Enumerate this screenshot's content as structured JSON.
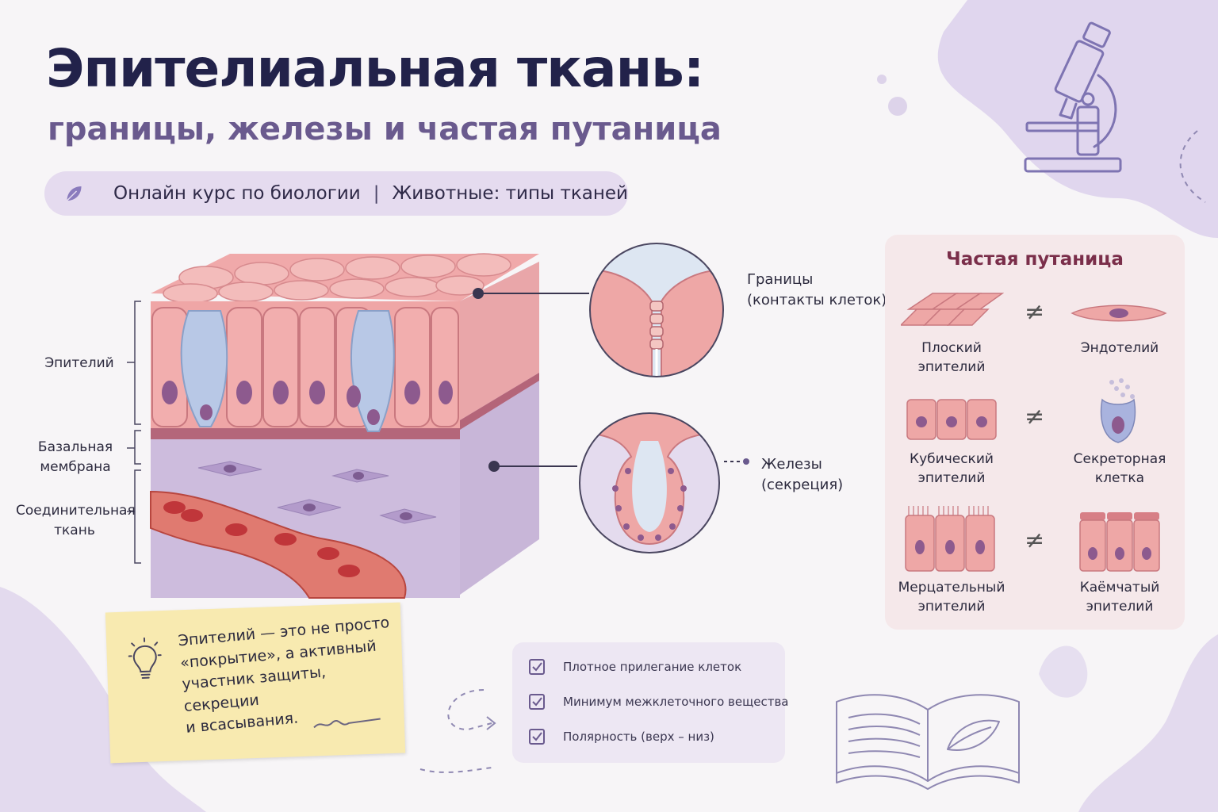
{
  "title": "Эпителиальная ткань:",
  "subtitle": "границы, железы и частая путаница",
  "course": {
    "left": "Онлайн курс по биологии",
    "separator": "|",
    "right": "Животные: типы тканей"
  },
  "diagram_labels": {
    "epithelium": "Эпителий",
    "basal_membrane_line1": "Базальная",
    "basal_membrane_line2": "мембрана",
    "connective_line1": "Соединительная",
    "connective_line2": "ткань"
  },
  "callouts": {
    "borders_title": "Границы",
    "borders_sub": "(контакты клеток)",
    "glands_title": "Железы",
    "glands_sub": "(секреция)"
  },
  "confusion": {
    "title": "Частая путаница",
    "neq_symbol": "≠",
    "pairs": [
      {
        "left": [
          "Плоский",
          "эпителий"
        ],
        "right": [
          "Эндотелий"
        ]
      },
      {
        "left": [
          "Кубический",
          "эпителий"
        ],
        "right": [
          "Секреторная",
          "клетка"
        ]
      },
      {
        "left": [
          "Мерцательный",
          "эпителий"
        ],
        "right": [
          "Каёмчатый",
          "эпителий"
        ]
      }
    ]
  },
  "note": {
    "lines": [
      "Эпителий — это не просто",
      "«покрытие», а активный",
      "участник защиты, секреции",
      "и всасывания."
    ]
  },
  "checklist": [
    "Плотное прилегание клеток",
    "Минимум межклеточного вещества",
    "Полярность (верх – низ)"
  ],
  "colors": {
    "title": "#22224a",
    "subtitle": "#6a5a8e",
    "accent_lilac": "#e5dbef",
    "cell_pink": "#eea9a8",
    "nucleus": "#8d5a8e",
    "confusion_title": "#7a2e4a",
    "note_yellow": "#f8eab0"
  },
  "icons": [
    "leaf-icon",
    "microscope-icon",
    "lightbulb-icon",
    "checkbox-icon",
    "book-icon"
  ]
}
